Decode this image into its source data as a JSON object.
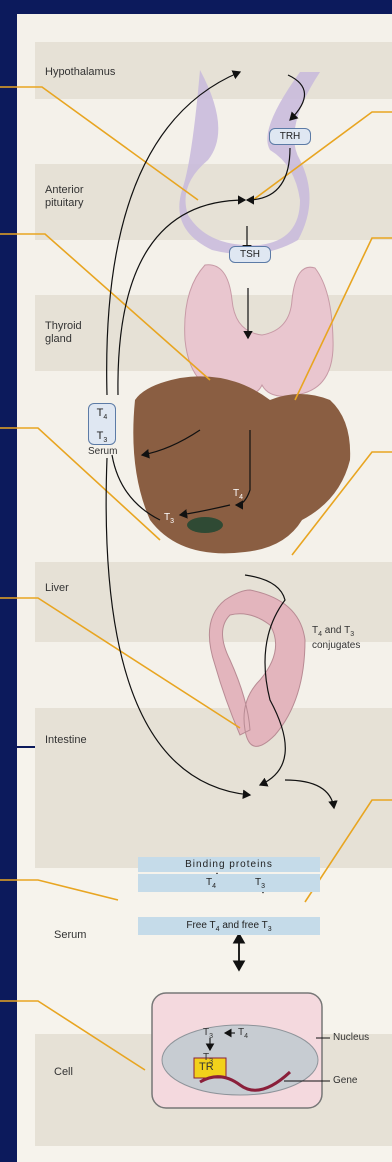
{
  "regions": {
    "hypothalamus": "Hypothalamus",
    "anterior_pituitary": "Anterior\npituitary",
    "thyroid_gland": "Thyroid\ngland",
    "liver": "Liver",
    "intestine": "Intestine",
    "serum": "Serum",
    "cell": "Cell"
  },
  "hormones": {
    "trh": "TRH",
    "tsh": "TSH",
    "t4": "T",
    "t4_sub": "4",
    "t3": "T",
    "t3_sub": "3",
    "serum_box_label": "Serum"
  },
  "liver_labels": {
    "t4": "T",
    "t4_sub": "4",
    "t3": "T",
    "t3_sub": "3",
    "conjugates_line1_a": "T",
    "conjugates_line1_sub1": "4",
    "conjugates_line1_b": " and T",
    "conjugates_line1_sub2": "3",
    "conjugates_line2": "conjugates"
  },
  "serum_panel": {
    "binding_proteins": "Binding proteins",
    "t4": "T",
    "t4_sub": "4",
    "t3": "T",
    "t3_sub": "3",
    "free_text_a": "Free T",
    "free_sub1": "4",
    "free_text_b": " and free T",
    "free_sub2": "3"
  },
  "cell_panel": {
    "t3": "T",
    "t3_sub": "3",
    "t4": "T",
    "t4_sub": "4",
    "t3_inner": "T",
    "t3_inner_sub": "3",
    "tr": "TR",
    "nucleus": "Nucleus",
    "gene": "Gene"
  },
  "colors": {
    "background": "#0c1a5c",
    "callout_line": "#e8a521",
    "pituitary": "#c7b9dc",
    "thyroid": "#e9c6cf",
    "liver": "#8a5e42",
    "intestine": "#e3b5bd",
    "cell": "#f4d9de",
    "nucleus": "#c7ccd2",
    "tr_box": "#f2d11b",
    "gene": "#8a1f3a"
  }
}
